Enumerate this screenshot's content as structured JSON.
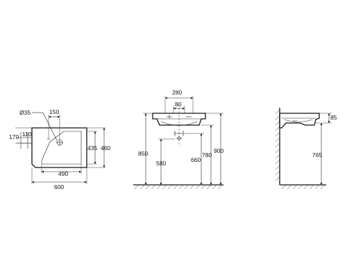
{
  "plan_view": {
    "diameter_label": "Ø35",
    "tap_offset": "150",
    "left_outer": "170",
    "left_inner": "110",
    "inner_depth": "435",
    "outer_depth": "460",
    "inner_width": "490",
    "outer_width": "600"
  },
  "front_view": {
    "bracket_width": "280",
    "bracket_inner": "80",
    "height_850": "850",
    "height_580": "580",
    "height_660": "660",
    "height_780": "780",
    "height_900": "900"
  },
  "side_view": {
    "rim_height": "85",
    "floor_height": "765"
  }
}
